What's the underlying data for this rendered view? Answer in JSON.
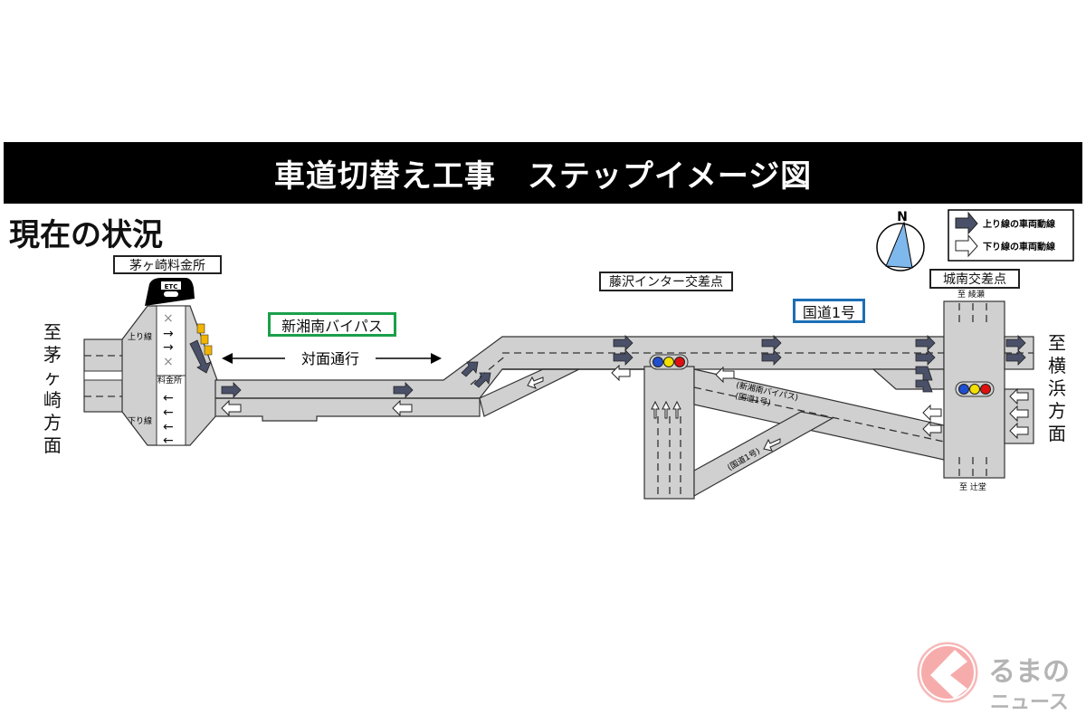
{
  "title": "車道切替え工事　ステップイメージ図",
  "heading": "現在の状況",
  "labels": {
    "toll_plaza": "茅ヶ崎料金所",
    "etc": "ETC",
    "up_line": "上り線",
    "down_line": "下り線",
    "toll_booth": "料金所",
    "bypass": "新湘南バイパス",
    "two_way": "対面通行",
    "fujisawa_ic": "藤沢インター交差点",
    "route1": "国道1号",
    "jonan": "城南交差点",
    "to_ayase": "至 綾瀬",
    "to_tsujido": "至 辻堂",
    "diag_bypass": "(新湘南バイパス)",
    "diag_route1": "(国道1号)",
    "diag_route1_lower": "(国道1号)",
    "west_dir": [
      "至",
      "茅",
      "ヶ",
      "崎",
      "方",
      "面"
    ],
    "east_dir": [
      "至",
      "横",
      "浜",
      "方",
      "面"
    ],
    "north": "N"
  },
  "legend": {
    "up": "上り線の車両動線",
    "down": "下り線の車両動線"
  },
  "colors": {
    "road": "#d0d0d0",
    "up_arrow": "#4a5068",
    "bypass_border": "#1aa04a",
    "route1_border": "#1a6fb5",
    "compass_fill": "#7fb8ec",
    "signal_blue": "#1f4fd0",
    "signal_yellow": "#f4e000",
    "signal_red": "#e01010"
  },
  "watermark": {
    "line1": "るまの",
    "line2": "ニュース"
  }
}
